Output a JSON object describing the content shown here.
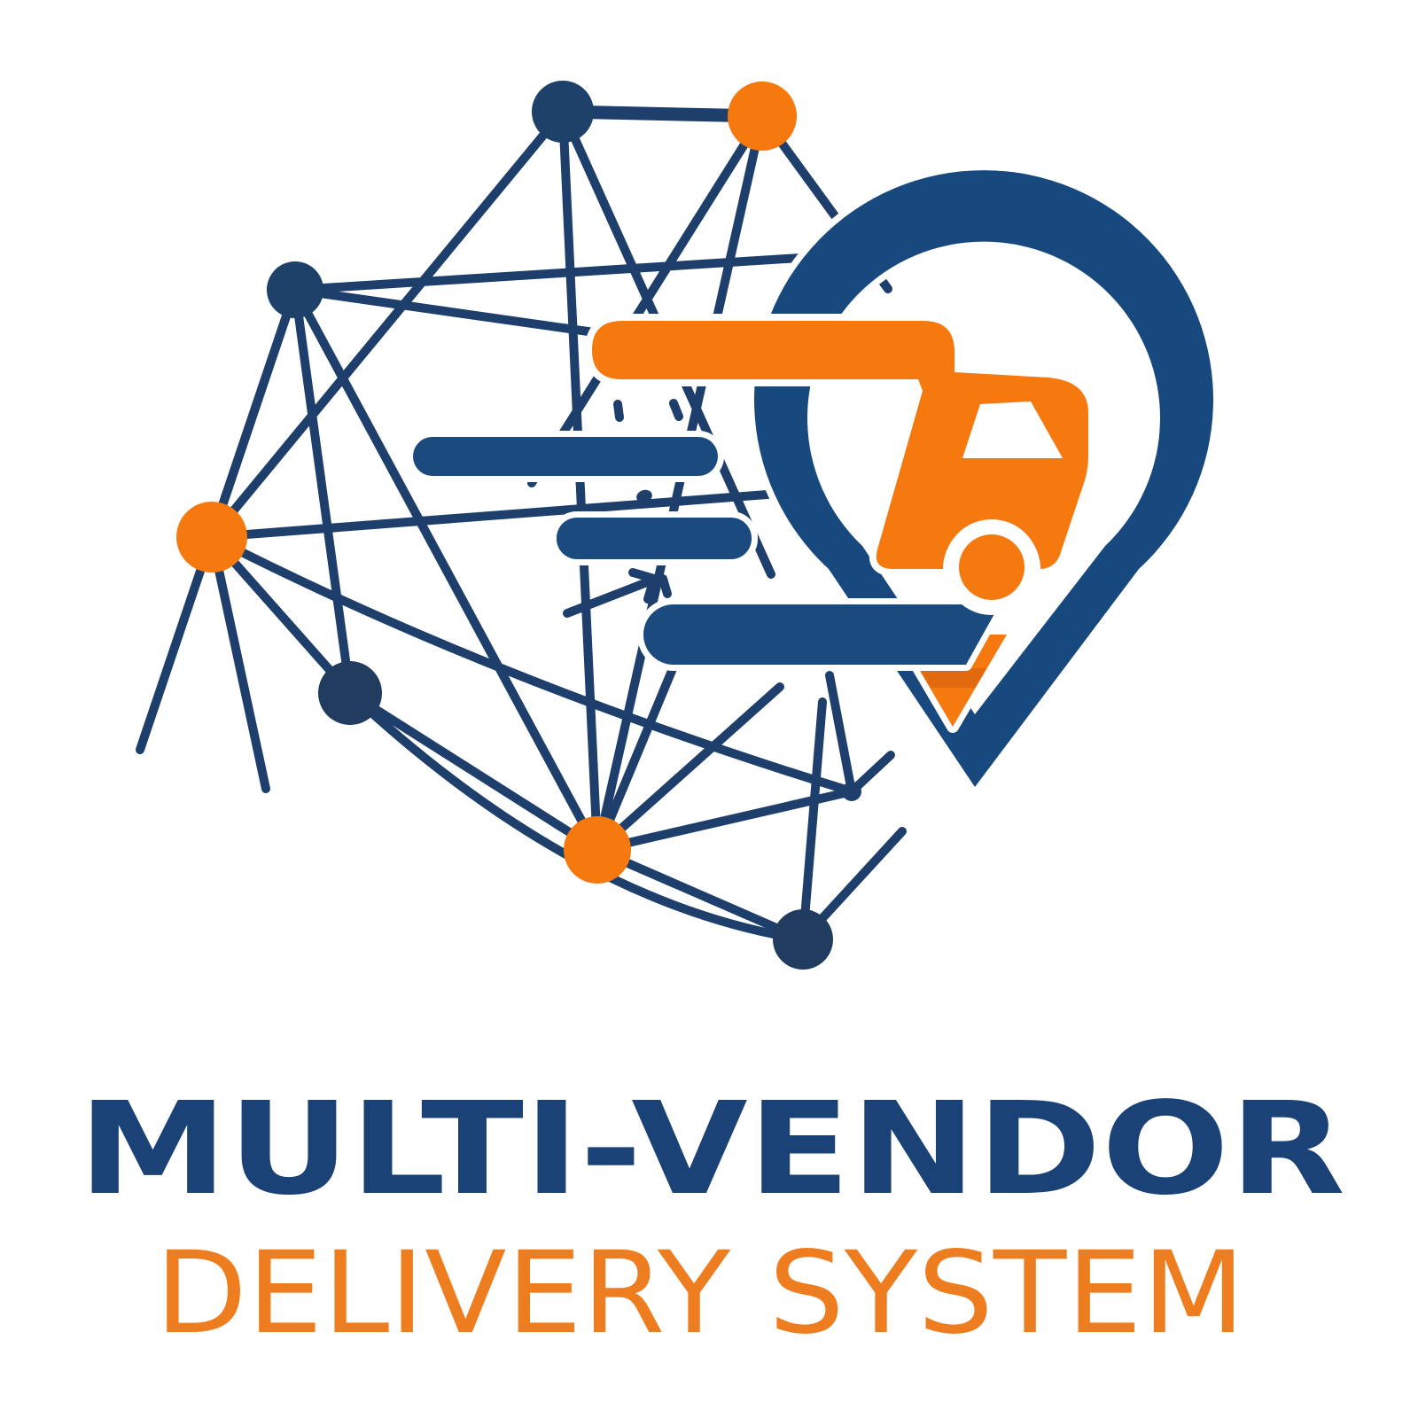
{
  "logo": {
    "wordmark": {
      "line1": "MULTI-VENDOR",
      "line2": "DELIVERY SYSTEM"
    },
    "icons": [
      "network-nodes-icon",
      "location-pin-icon",
      "delivery-truck-icon",
      "speed-lines-icon"
    ],
    "network": {
      "node_count": 7,
      "junction_count": 1,
      "node_colors": [
        "navy",
        "orange",
        "navy",
        "orange",
        "dark-navy",
        "orange",
        "dark-navy"
      ]
    },
    "colors": {
      "background": "#ffffff",
      "pin_blue": "#17497f",
      "speed_bar_blue": "#1b4b7e",
      "network_navy": "#1e3f6b",
      "node_navy": "#1d4169",
      "node_dark_navy": "#213c5f",
      "truck_orange": "#f5790f",
      "pin_tip_orange_dark": "#e2690d",
      "text_navy": "#1b4277",
      "text_orange": "#ee7d1f"
    }
  }
}
